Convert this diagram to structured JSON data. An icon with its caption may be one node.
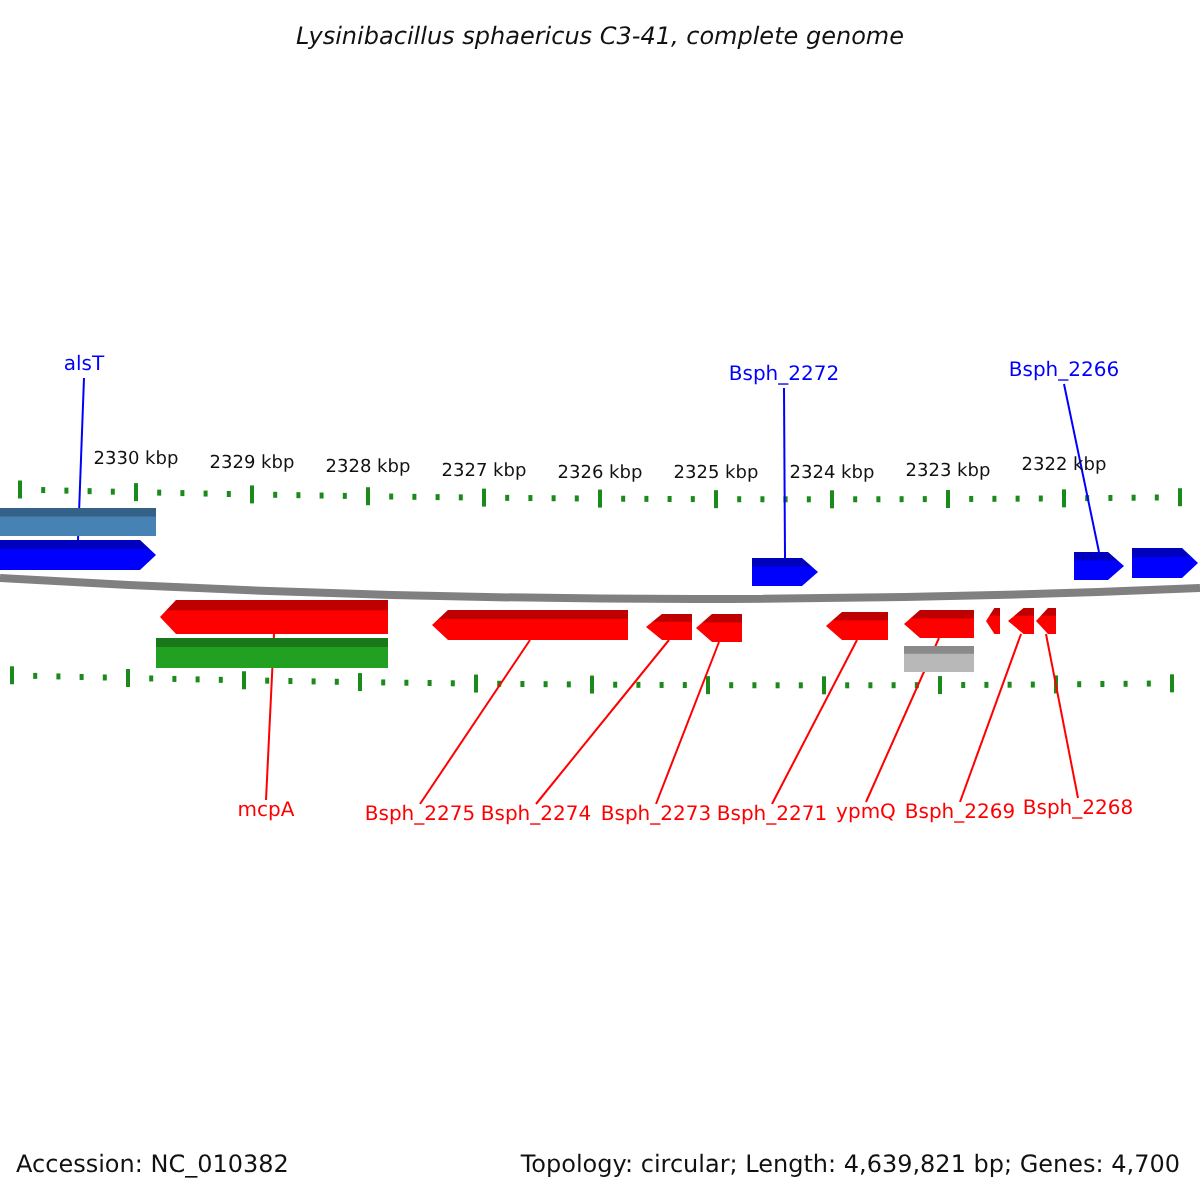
{
  "diagram": {
    "title": "Lysinibacillus sphaericus C3-41, complete genome",
    "nodes": [
      {
        "text": [
          "alsT"
        ]
      },
      {
        "text": [
          "Bsph_2272"
        ]
      },
      {
        "text": [
          "Bsph_2266"
        ]
      },
      {
        "text": [],
        "shape": "bar"
      },
      {
        "text": [],
        "shape": "arrow"
      },
      {
        "text": [],
        "shape": "arrow"
      },
      {
        "text": [],
        "shape": "arrow"
      },
      {
        "text": [],
        "shape": "arrow"
      },
      {
        "text": [],
        "shape": "arrow"
      },
      {
        "text": [],
        "shape": "arrow"
      },
      {
        "text": [],
        "shape": "arrow"
      },
      {
        "text": [],
        "shape": "arrow"
      },
      {
        "text": [],
        "shape": "arrow"
      },
      {
        "text": [],
        "shape": "arrow"
      },
      {
        "text": [],
        "shape": "arrow"
      },
      {
        "text": [],
        "shape": "arrow"
      },
      {
        "text": [],
        "shape": "arrow"
      },
      {
        "text": [],
        "shape": "bar"
      },
      {
        "text": [],
        "shape": "bar"
      },
      {
        "text": [
          "mcpA"
        ]
      },
      {
        "text": [
          "Bsph_2275"
        ]
      },
      {
        "text": [
          "Bsph_2274"
        ]
      },
      {
        "text": [
          "Bsph_2273"
        ]
      },
      {
        "text": [
          "Bsph_2271"
        ]
      },
      {
        "text": [
          "ypmQ"
        ]
      },
      {
        "text": [
          "Bsph_2269"
        ]
      },
      {
        "text": [
          "Bsph_2268"
        ]
      }
    ],
    "edges": [
      {
        "from": 0,
        "to": 4,
        "arrow": "none",
        "color": "#0000ff"
      },
      {
        "from": 1,
        "to": 5,
        "arrow": "none",
        "color": "#0000ff"
      },
      {
        "from": 2,
        "to": 6,
        "arrow": "none",
        "color": "#0000ff"
      },
      {
        "from": 19,
        "to": 8,
        "arrow": "none"
      },
      {
        "from": 20,
        "to": 9,
        "arrow": "none"
      },
      {
        "from": 21,
        "to": 10,
        "arrow": "none"
      },
      {
        "from": 22,
        "to": 11,
        "arrow": "none"
      },
      {
        "from": 23,
        "to": 12,
        "arrow": "none"
      },
      {
        "from": 24,
        "to": 13,
        "arrow": "none"
      },
      {
        "from": 25,
        "to": 15,
        "arrow": "none"
      },
      {
        "from": 26,
        "to": 16,
        "arrow": "none"
      }
    ],
    "labels": [
      "2330 kbp",
      "2329 kbp",
      "2328 kbp",
      "2327 kbp",
      "2326 kbp",
      "2325 kbp",
      "2324 kbp",
      "2323 kbp",
      "2322 kbp",
      "Accession: NC_010382",
      "Topology: circular; Length: 4,639,821 bp; Genes: 4,700"
    ]
  }
}
